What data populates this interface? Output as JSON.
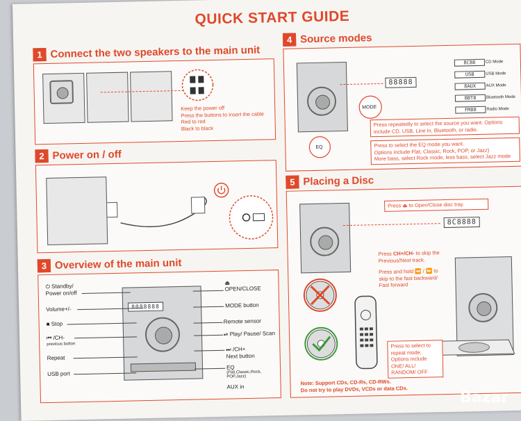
{
  "title": "QUICK START GUIDE",
  "s1": {
    "num": "1",
    "heading": "Connect the two speakers to the main unit",
    "callout": [
      "Keep the power off",
      "Press the buttons to insert the cable",
      "Red to red",
      "Black to black"
    ]
  },
  "s2": {
    "num": "2",
    "heading": "Power on / off"
  },
  "s3": {
    "num": "3",
    "heading": "Overview of the main unit",
    "display": "8088888",
    "labels_left": [
      "Standby/",
      "Power on/off",
      "Volume+/-",
      "Stop",
      "/CH-",
      "previous button",
      "Repeat",
      "USB port"
    ],
    "labels_right": [
      "OPEN/CLOSE",
      "MODE button",
      "Remote sensor",
      "Play/ Pause/ Scan",
      "/CH+",
      "Next button",
      "EQ",
      "(Flat,Classic,Rock,",
      "POP,Jazz)",
      "AUX in"
    ]
  },
  "s4": {
    "num": "4",
    "heading": "Source modes",
    "display": "88888",
    "mode_label": "MODE",
    "eq_label": "EQ",
    "modes": [
      {
        "disp": "8C88",
        "label": "CD Mode"
      },
      {
        "disp": "USB",
        "label": "USB Mode"
      },
      {
        "disp": "8AUX",
        "label": "AUX Mode"
      },
      {
        "disp": "8BT8",
        "label": "Bluetooth Mode"
      },
      {
        "disp": "FM88",
        "label": "Radio Mode"
      }
    ],
    "note_mode": [
      "Press repeatedly to select the source you want. Options",
      "include CD, USB, Line in, Bluetooth, or radio."
    ],
    "note_eq": [
      "Press to select the EQ mode you want.",
      "Options include Flat, Classic, Rock, POP, or Jazz)",
      "More bass, select Rock mode, less bass, select Jazz mode"
    ]
  },
  "s5": {
    "num": "5",
    "heading": "Placing a Disc",
    "press_pre": "Press",
    "press_post": "to Open/Close disc tray.",
    "display": "8C8888",
    "skip_pre": "Press ",
    "skip_bold": "CH+/CH-",
    "skip_post": " to skip the",
    "skip2": "Previous/Next track.",
    "hold": [
      "Press and hold",
      "skip to the fast backward/",
      "Fast forward"
    ],
    "repeat": [
      "Press to select to",
      "repeat mode,",
      "Options include",
      "ONE/ ALL/",
      "RANDOM/ OFF"
    ],
    "note": [
      "Note: Support CDs, CD-Rs, CD-RWs.",
      "Do not try to play DVDs, VCDs or data CDs."
    ]
  },
  "watermark": "Bazar",
  "colors": {
    "accent": "#e0482a",
    "paper": "#f7f5f2"
  }
}
